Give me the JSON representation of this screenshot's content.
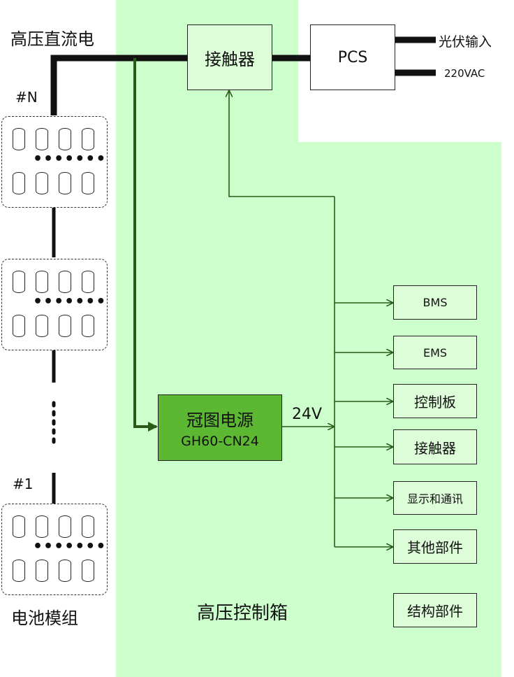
{
  "labels": {
    "hv_dc": "高压直流电",
    "module_top": "#N",
    "module_bottom": "#1",
    "battery_module": "电池模组",
    "control_box": "高压控制箱",
    "voltage": "24V",
    "pv_input": "光伏输入",
    "ac_input": "220VAC"
  },
  "blocks": {
    "contactor_main": "接触器",
    "pcs": "PCS",
    "psu_name": "冠图电源",
    "psu_model": "GH60-CN24"
  },
  "loads": [
    "BMS",
    "EMS",
    "控制板",
    "接触器",
    "显示和通讯",
    "其他部件"
  ],
  "structure_part": "结构部件",
  "colors": {
    "control_box_fill": "#ccffcc",
    "psu_fill": "#5cb832",
    "box_fill": "#ddfdd8",
    "wire_green": "#2a5a16"
  }
}
